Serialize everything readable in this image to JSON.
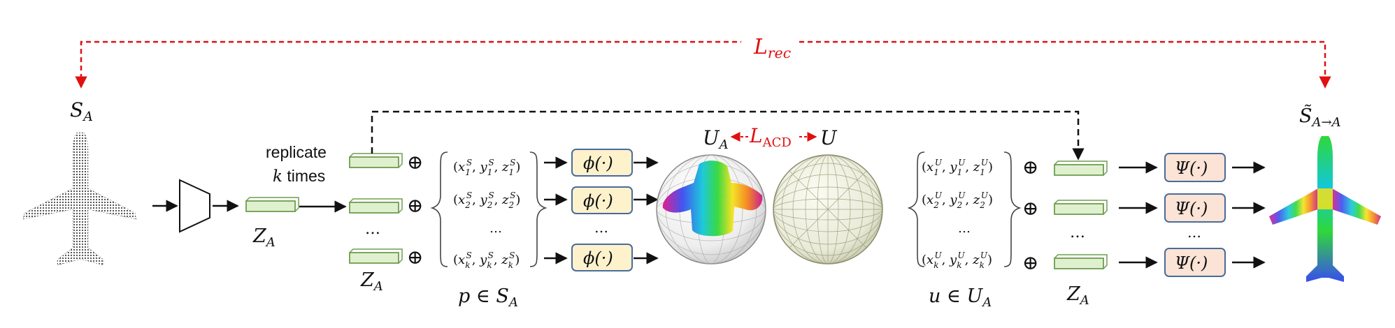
{
  "labels": {
    "loss_rec": "L",
    "loss_rec_sub": "rec",
    "loss_acd": "L",
    "loss_acd_sub": "ACD",
    "input_shape": "S",
    "input_shape_sub": "A",
    "output_shape": "S̃",
    "output_shape_sub": "A→A",
    "latent": "Z",
    "latent_sub": "A",
    "replicate_line1": "replicate",
    "replicate_k": "k",
    "replicate_line2_rest": " times",
    "sphere_ua": "U",
    "sphere_ua_sub": "A",
    "sphere_u": "U",
    "dots": "…",
    "oplus": "⊕",
    "phi": "ϕ(·)",
    "psi": "Ψ(·)",
    "p_label": "p ∈ S",
    "p_label_sub": "A",
    "u_label": "u ∈ U",
    "u_label_sub": "A"
  },
  "coords_s": [
    {
      "i": "1"
    },
    {
      "i": "2"
    },
    {
      "i": "k"
    }
  ],
  "coords_u": [
    {
      "i": "1"
    },
    {
      "i": "2"
    },
    {
      "i": "k"
    }
  ],
  "colors": {
    "loss": "#e01010",
    "box_green_fill": "#dff0cf",
    "box_green_stroke": "#6f9d4f",
    "phi_fill": "#fdf2cc",
    "psi_fill": "#fbe3d6",
    "func_stroke": "#4a6b9b"
  }
}
